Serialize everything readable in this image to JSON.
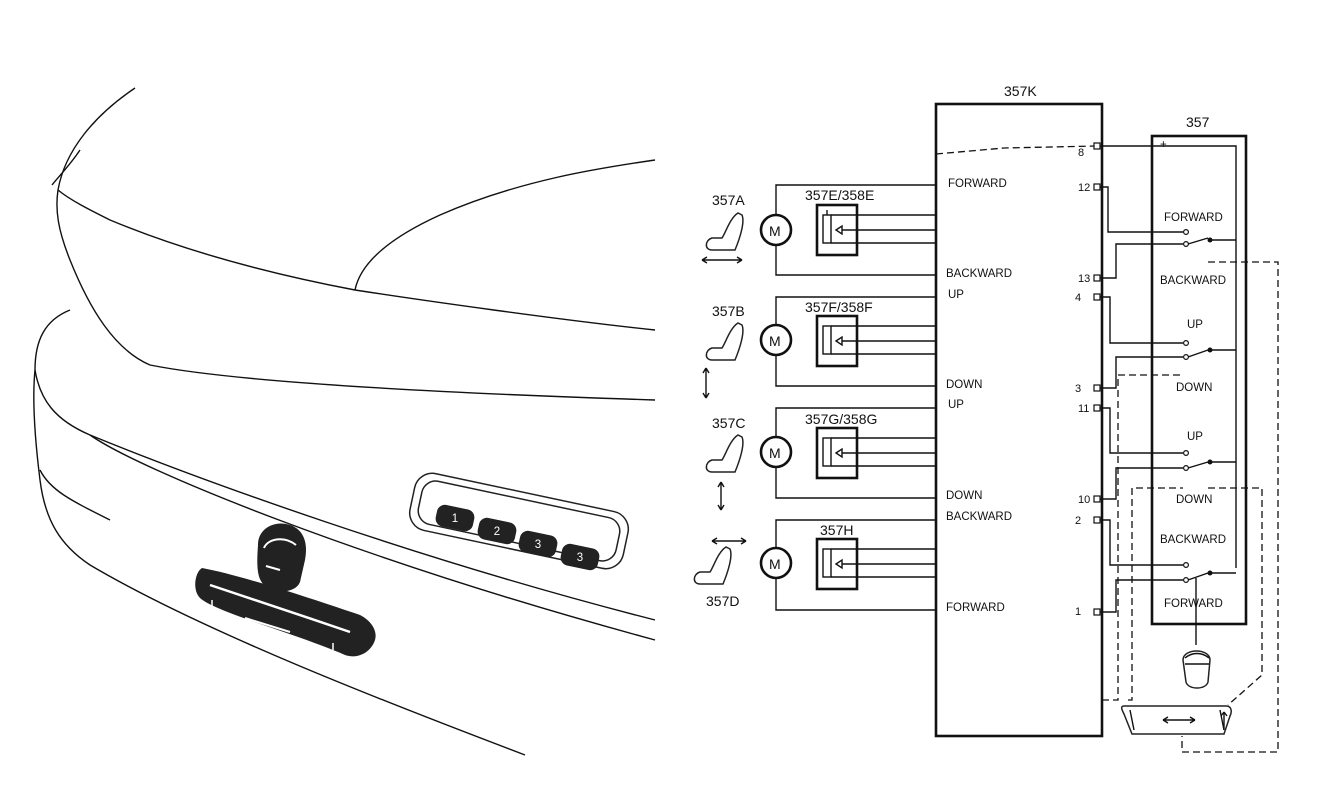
{
  "labels": {
    "control_unit": "357K",
    "switch_unit": "357",
    "plus_sign": "+",
    "motor_symbol": "M",
    "motors": [
      {
        "id": "357A",
        "sensor": "357E/358E",
        "top_label": "FORWARD",
        "bottom_label": "BACKWARD"
      },
      {
        "id": "357B",
        "sensor": "357F/358F",
        "top_label": "UP",
        "bottom_label": "DOWN"
      },
      {
        "id": "357C",
        "sensor": "357G/358G",
        "top_label": "UP",
        "bottom_label": "DOWN"
      },
      {
        "id": "357D",
        "sensor": "357H",
        "top_label": "BACKWARD",
        "bottom_label": "FORWARD"
      }
    ],
    "pins": [
      "8",
      "12",
      "13",
      "4",
      "3",
      "11",
      "10",
      "2",
      "1"
    ],
    "switch_labels": [
      "FORWARD",
      "BACKWARD",
      "UP",
      "DOWN",
      "UP",
      "DOWN",
      "BACKWARD",
      "FORWARD"
    ],
    "memory_buttons": [
      "1",
      "2",
      "3",
      "3"
    ]
  }
}
